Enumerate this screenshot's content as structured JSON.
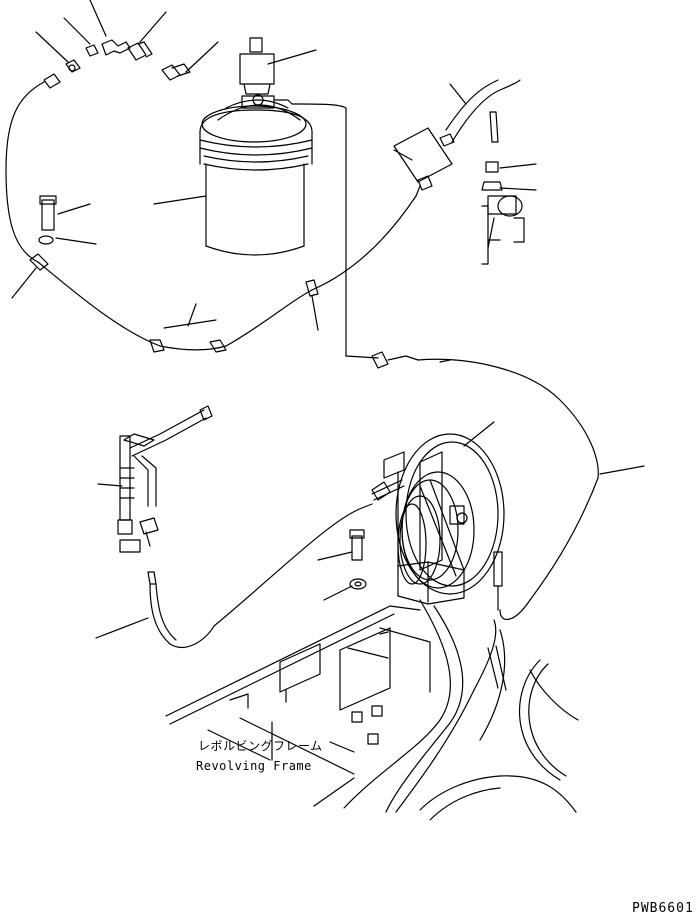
{
  "labels": {
    "revolving_frame_jp": "レボルビングフレーム",
    "revolving_frame_en": "Revolving Frame",
    "drawing_code": "PWB6601"
  }
}
